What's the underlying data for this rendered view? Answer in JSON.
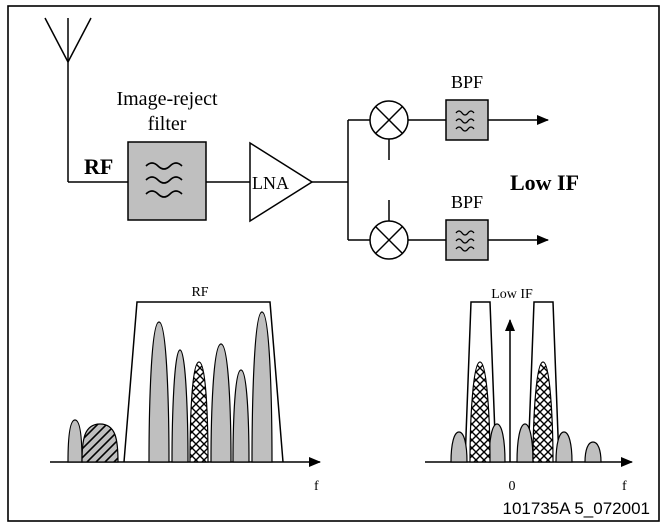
{
  "labels": {
    "rf_input": "RF",
    "image_reject_filter_line1": "Image-reject",
    "image_reject_filter_line2": "filter",
    "lna": "LNA",
    "bpf_top": "BPF",
    "bpf_bottom": "BPF",
    "low_if_output": "Low IF",
    "rf_spectrum_title": "RF",
    "low_if_spectrum_title": "Low IF",
    "rf_axis_f": "f",
    "if_axis_f": "f",
    "if_axis_zero": "0",
    "figure_id": "101735A 5_072001"
  },
  "icons": {
    "antenna": "antenna-icon",
    "mixer": "mixer-icon",
    "filter": "filter-wave-icon",
    "arrow": "arrow-icon"
  },
  "colors": {
    "line": "#000000",
    "block_fill": "#bfbfbf",
    "lobe_fill": "#bfbfbf",
    "background": "#ffffff"
  }
}
